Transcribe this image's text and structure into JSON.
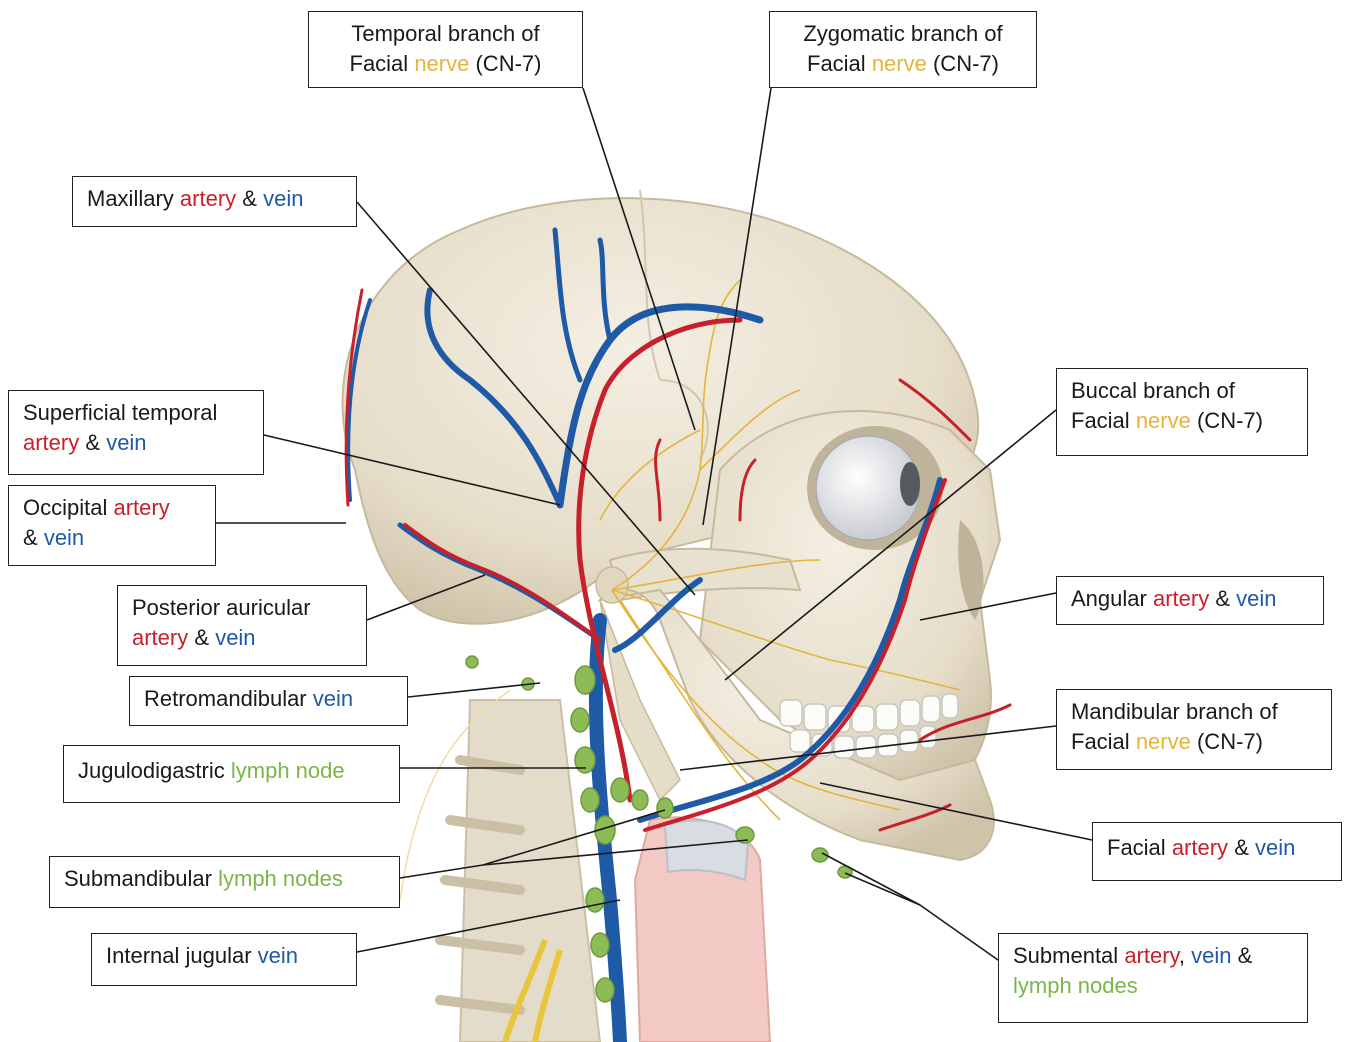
{
  "labels": {
    "temporal": {
      "t1": "Temporal branch of",
      "t2": "Facial",
      "t3": "nerve",
      "t4": "(CN-7)"
    },
    "zygomatic": {
      "t1": "Zygomatic branch of",
      "t2": "Facial",
      "t3": "nerve",
      "t4": "(CN-7)"
    },
    "maxillary": {
      "t1": "Maxillary",
      "t2": "artery",
      "t3": "&",
      "t4": "vein"
    },
    "superficial_temporal": {
      "t1": "Superficial temporal",
      "t2": "artery",
      "t3": "&",
      "t4": "vein"
    },
    "occipital": {
      "t1": "Occipital",
      "t2": "artery",
      "t3": "&",
      "t4": "vein"
    },
    "posterior_auricular": {
      "t1": "Posterior auricular",
      "t2": "artery",
      "t3": "&",
      "t4": "vein"
    },
    "retromandibular": {
      "t1": "Retromandibular",
      "t2": "vein"
    },
    "jugulodigastric": {
      "t1": "Jugulodigastric",
      "t2": "lymph node"
    },
    "submandibular": {
      "t1": "Submandibular",
      "t2": "lymph nodes"
    },
    "internal_jugular": {
      "t1": "Internal jugular",
      "t2": "vein"
    },
    "buccal": {
      "t1": "Buccal branch of",
      "t2": "Facial",
      "t3": "nerve",
      "t4": "(CN-7)"
    },
    "angular": {
      "t1": "Angular",
      "t2": "artery",
      "t3": "&",
      "t4": "vein"
    },
    "mandibular": {
      "t1": "Mandibular branch of",
      "t2": "Facial",
      "t3": "nerve",
      "t4": "(CN-7)"
    },
    "facial": {
      "t1": "Facial",
      "t2": "artery",
      "t3": "&",
      "t4": "vein"
    },
    "submental": {
      "t1": "Submental",
      "t2": "artery",
      "t3": ",",
      "t4": "vein",
      "t5": "&",
      "t6": "lymph nodes"
    }
  },
  "colors": {
    "artery": "#c8202a",
    "vein": "#1f5aa6",
    "nerve": "#e3b53c",
    "lymph": "#7ab648",
    "bone": "#ece6d6"
  }
}
